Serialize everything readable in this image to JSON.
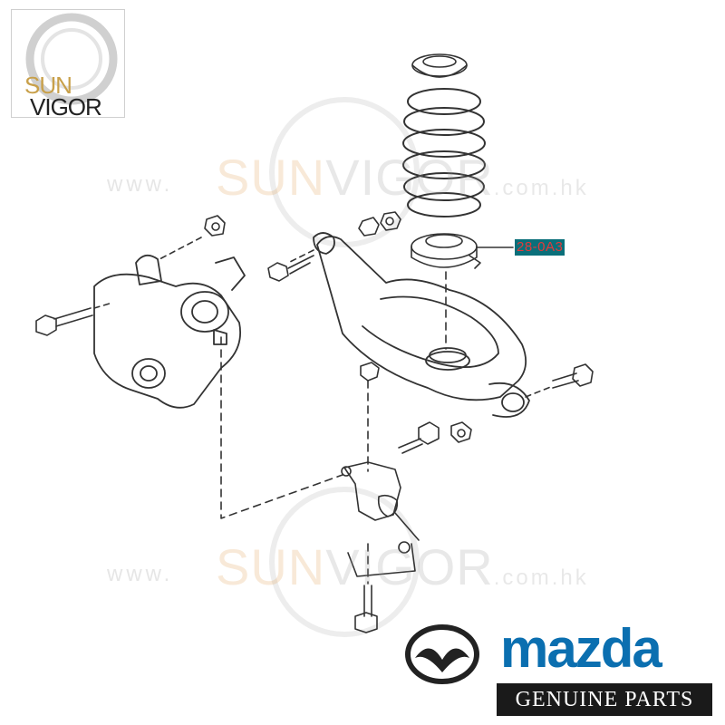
{
  "logo": {
    "word1": "SUN",
    "word2": "VIGOR"
  },
  "watermark": {
    "prefix": "www.",
    "brand_a": "SUN",
    "brand_b": "VIGOR",
    "domain": ".com.hk"
  },
  "callout": {
    "part_number": "28-0A3"
  },
  "brand": {
    "name": "mazda",
    "tagline": "GENUINE PARTS"
  },
  "colors": {
    "callout_bg": "#0a6f7a",
    "callout_text": "#e23a3a",
    "mazda_blue": "#0b6fb0",
    "tagline_bg": "#1a1a1a"
  }
}
